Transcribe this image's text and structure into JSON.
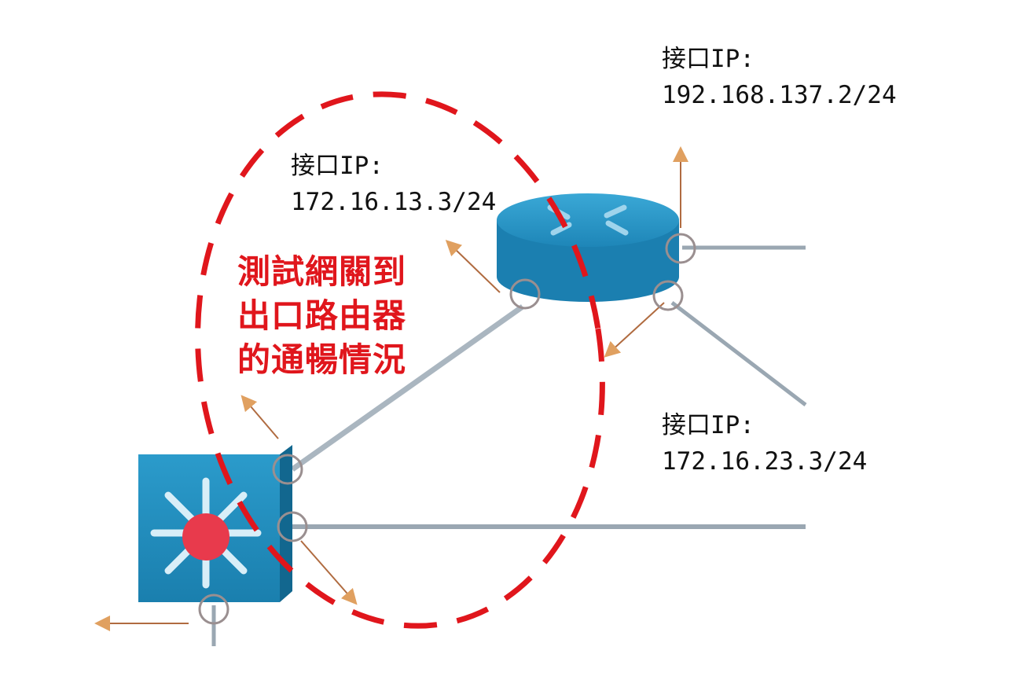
{
  "labels": {
    "top_right": {
      "title": "接口IP:",
      "ip": "192.168.137.2/24"
    },
    "top_center": {
      "title": "接口IP:",
      "ip": "172.16.13.3/24"
    },
    "bottom_right": {
      "title": "接口IP:",
      "ip": "172.16.23.3/24"
    }
  },
  "annotation": {
    "lines": [
      "測試網關到",
      "出口路由器",
      "的通暢情況"
    ]
  },
  "colors": {
    "device_blue": "#1f8fbf",
    "link_gray": "#aab6c0",
    "arrow_orange": "#e0a060",
    "annotation_red": "#e0161c",
    "center_dot_red": "#e83a4c"
  }
}
